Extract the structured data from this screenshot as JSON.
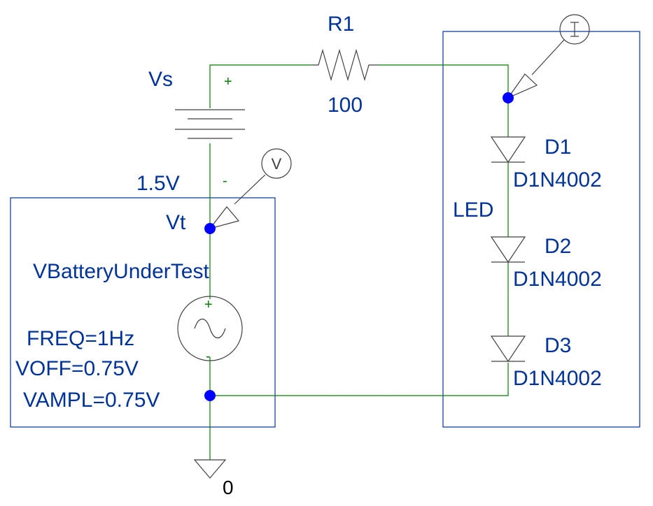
{
  "colors": {
    "wire": "#008000",
    "component": "#404040",
    "label": "#003399",
    "node": "#0000FF",
    "pin_text": "#008000",
    "ground_text": "#000000"
  },
  "resistor": {
    "ref": "R1",
    "value": "100"
  },
  "source_dc": {
    "ref": "Vs",
    "value": "1.5V",
    "plus": "+",
    "minus": "-"
  },
  "source_ac": {
    "ref": "VBatteryUnderTest",
    "node_label": "Vt",
    "plus": "+",
    "minus": "-",
    "params": [
      "FREQ=1Hz",
      "VOFF=0.75V",
      "VAMPL=0.75V"
    ]
  },
  "led_group": {
    "label": "LED",
    "diodes": [
      {
        "ref": "D1",
        "part": "D1N4002"
      },
      {
        "ref": "D2",
        "part": "D1N4002"
      },
      {
        "ref": "D3",
        "part": "D1N4002"
      }
    ]
  },
  "voltage_probe": {
    "symbol": "V"
  },
  "current_probe": {
    "symbol": "I"
  },
  "ground": {
    "label": "0"
  }
}
